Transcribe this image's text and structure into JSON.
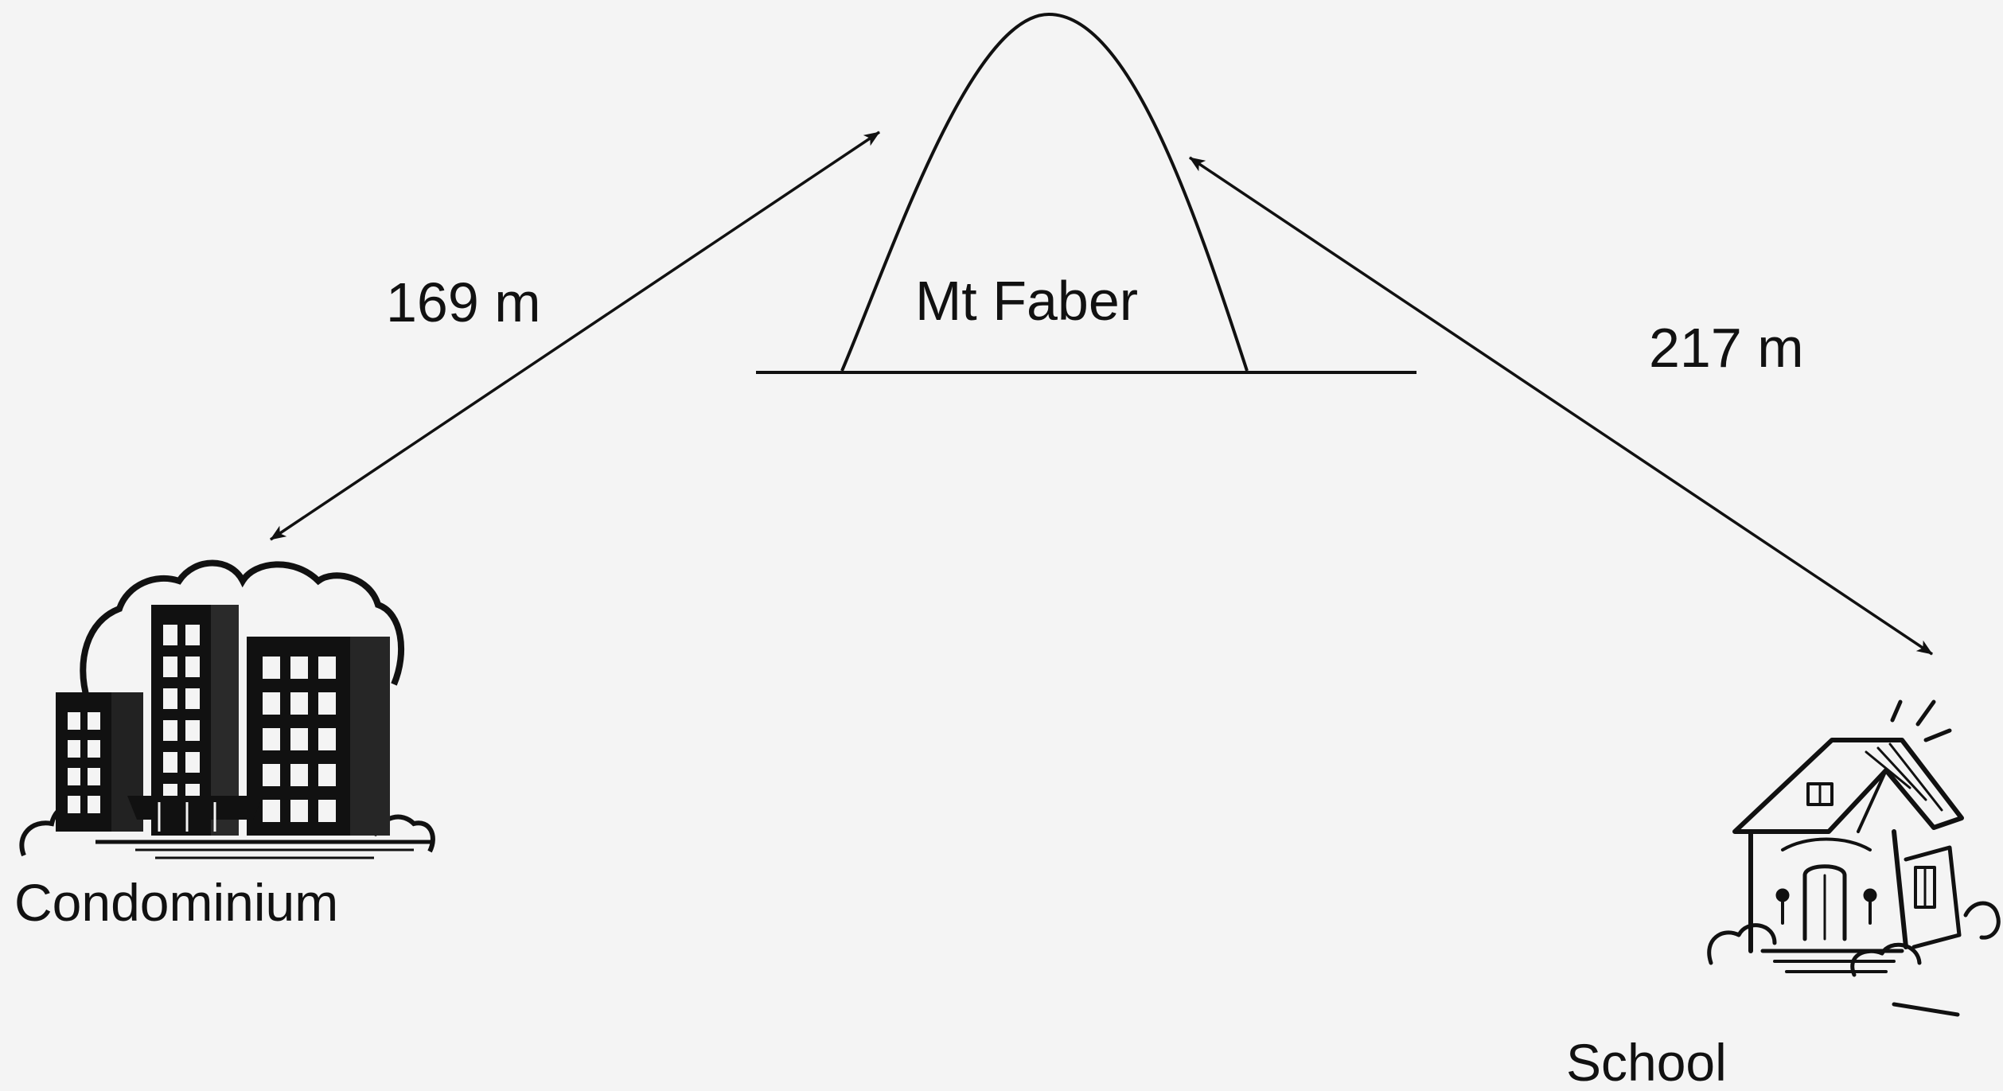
{
  "labels": {
    "mountain": "Mt Faber",
    "condo": "Condominium",
    "school": "School",
    "dist_condo": "169 m",
    "dist_school": "217 m"
  },
  "colors": {
    "background": "#f4f4f4",
    "ink": "#111111"
  },
  "icons": {
    "condo": "condominium-building-icon",
    "school": "school-house-icon"
  }
}
